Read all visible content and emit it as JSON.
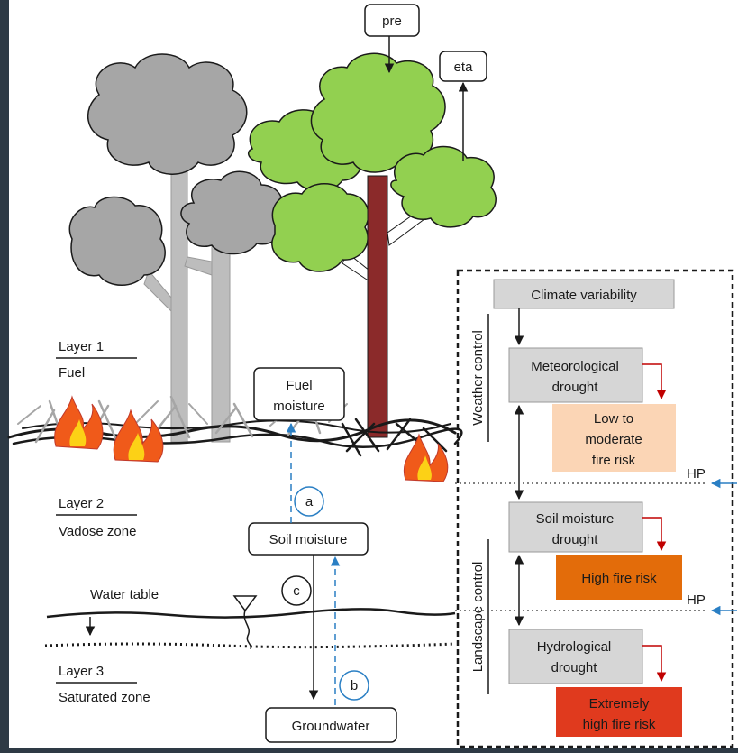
{
  "top_labels": {
    "pre": "pre",
    "eta": "eta"
  },
  "layers": {
    "layer1_title": "Layer 1",
    "layer1_name": "Fuel",
    "layer2_title": "Layer 2",
    "layer2_name": "Vadose zone",
    "layer3_title": "Layer 3",
    "layer3_name": "Saturated zone",
    "water_table": "Water table"
  },
  "nodes": {
    "fuel_moisture_line1": "Fuel",
    "fuel_moisture_line2": "moisture",
    "soil_moisture": "Soil moisture",
    "groundwater": "Groundwater"
  },
  "circle_labels": {
    "a": "a",
    "b": "b",
    "c": "c"
  },
  "panel": {
    "climate_variability": "Climate variability",
    "meteo_line1": "Meteorological",
    "meteo_line2": "drought",
    "low_risk_line1": "Low to",
    "low_risk_line2": "moderate",
    "low_risk_line3": "fire risk",
    "soil_line1": "Soil moisture",
    "soil_line2": "drought",
    "high_risk": "High fire risk",
    "hydro_line1": "Hydrological",
    "hydro_line2": "drought",
    "extreme_line1": "Extremely",
    "extreme_line2": "high fire risk",
    "weather_control": "Weather control",
    "landscape_control": "Landscape control",
    "hp": "HP"
  },
  "colors": {
    "background": "#2e3a45",
    "canvas": "#ffffff",
    "gray_canopy": "#a6a6a6",
    "gray_trunk": "#bdbdbd",
    "green_canopy": "#92d050",
    "red_trunk": "#8b2a2a",
    "box_gray": "#d6d6d6",
    "low_risk": "#fbd5b5",
    "high_risk": "#e36c0a",
    "extreme_risk": "#e03a1e",
    "dashed_blue": "#2a7fc4",
    "red_arrow": "#c00000",
    "fire_orange": "#f05a1a",
    "fire_yellow": "#fcd116"
  }
}
